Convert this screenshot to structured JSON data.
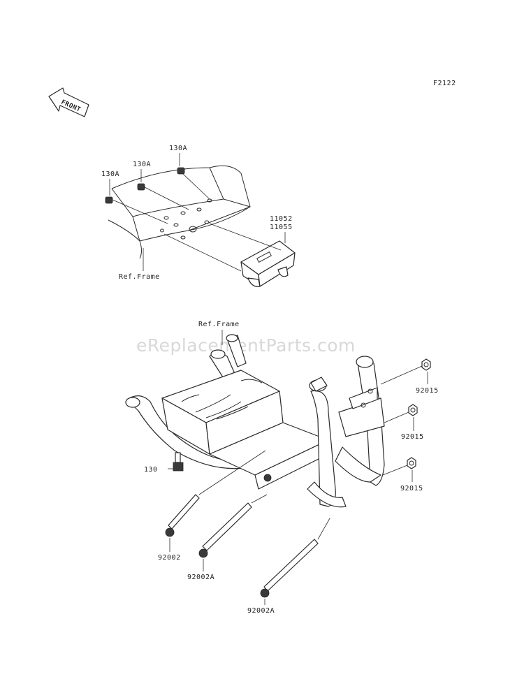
{
  "figure_code": "F2122",
  "front_arrow": {
    "text": "FRONT",
    "icon": "front-arrow-icon"
  },
  "watermark": "eReplacementParts.com",
  "colors": {
    "line": "#2a2a2a",
    "watermark": "#d8d8d8",
    "background": "#ffffff"
  },
  "upper_assembly": {
    "labels": {
      "bolt_a": "130A",
      "bolt_b": "130A",
      "bolt_c": "130A",
      "bracket_1": "11052",
      "bracket_2": "11055",
      "ref_frame": "Ref.Frame"
    }
  },
  "lower_assembly": {
    "labels": {
      "ref_frame": "Ref.Frame",
      "nut_1": "92015",
      "nut_2": "92015",
      "nut_3": "92015",
      "bolt_130": "130",
      "bolt_1": "92002",
      "bolt_2": "92002A",
      "bolt_3": "92002A"
    }
  }
}
